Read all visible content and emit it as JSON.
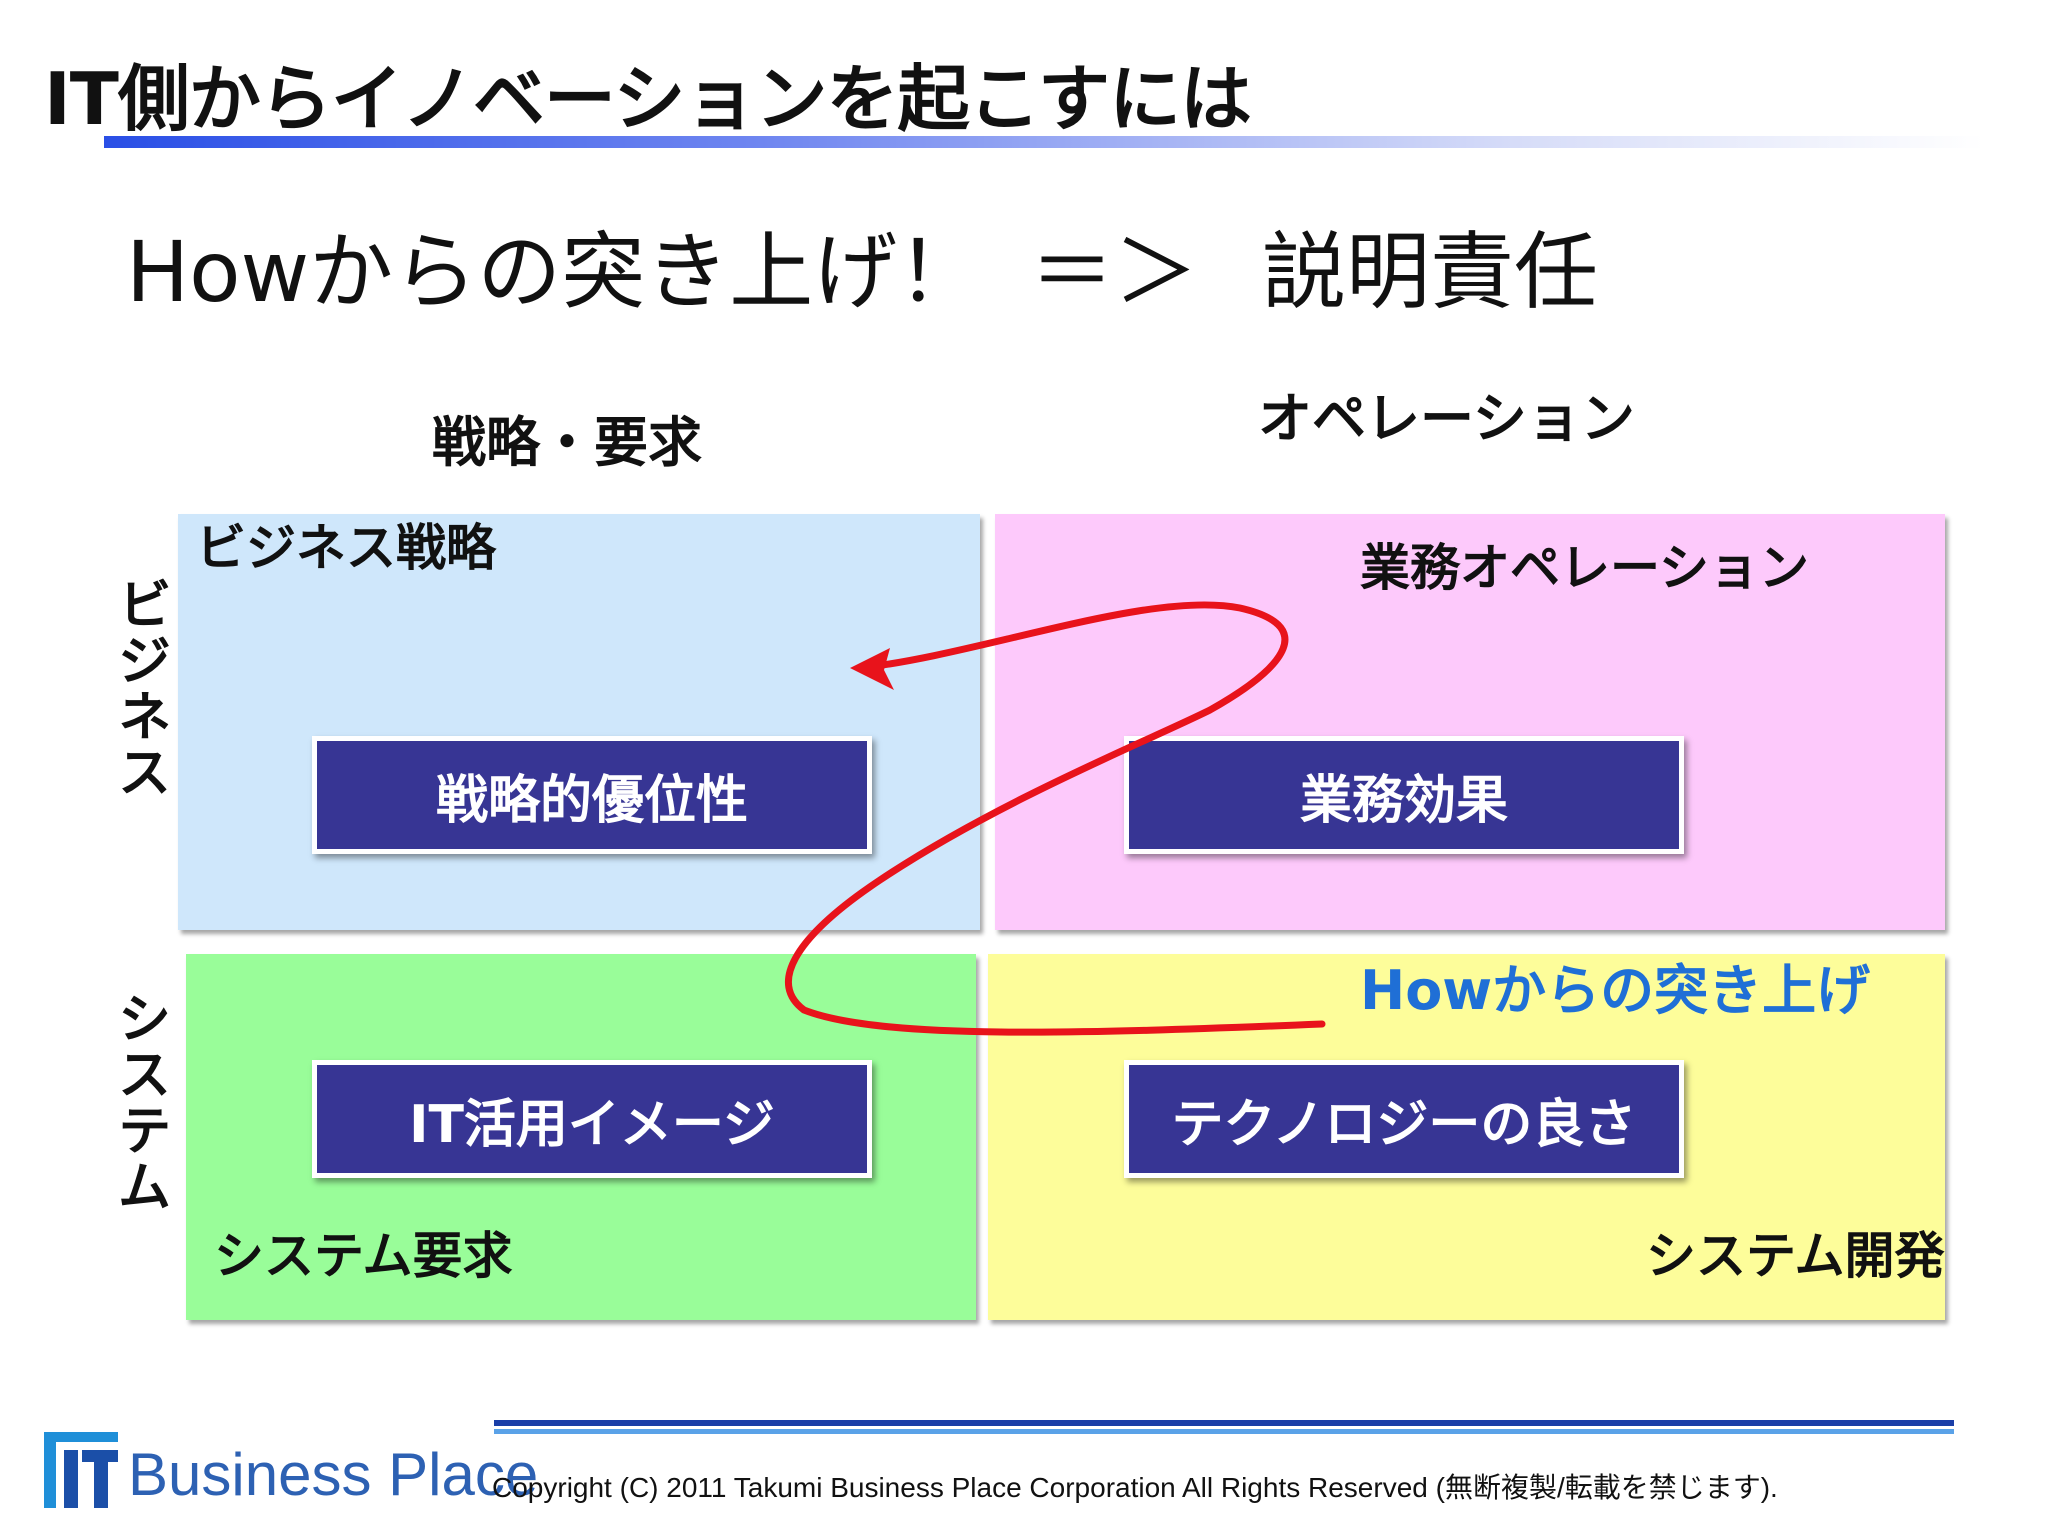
{
  "title": "IT側からイノベーションを起こすには",
  "subtitle": {
    "left": "Howからの突き上げ！",
    "arrow": "＝＞",
    "right": "説明責任"
  },
  "column_headers": [
    "戦略・要求",
    "オペレーション"
  ],
  "row_headers": [
    "ビジネス",
    "システム"
  ],
  "quadrants": {
    "top_left": {
      "label": "ビジネス戦略",
      "box": "戦略的優位性",
      "color": "#cfe7fb"
    },
    "top_right": {
      "label": "業務オペレーション",
      "box": "業務効果",
      "color": "#fdc9fb"
    },
    "bottom_left": {
      "label": "システム要求",
      "box": "IT活用イメージ",
      "color": "#99fd99"
    },
    "bottom_right": {
      "label": "システム開発",
      "box": "テクノロジーの良さ",
      "color": "#fdfd9a"
    }
  },
  "arrow_label": "Howからの突き上げ",
  "arrow_color": "#e8131b",
  "box_color": "#373594",
  "footer": {
    "logo_text": "Business Place",
    "copyright": "Copyright (C) 2011 Takumi Business Place Corporation All Rights Reserved (無断複製/転載を禁じます)."
  }
}
